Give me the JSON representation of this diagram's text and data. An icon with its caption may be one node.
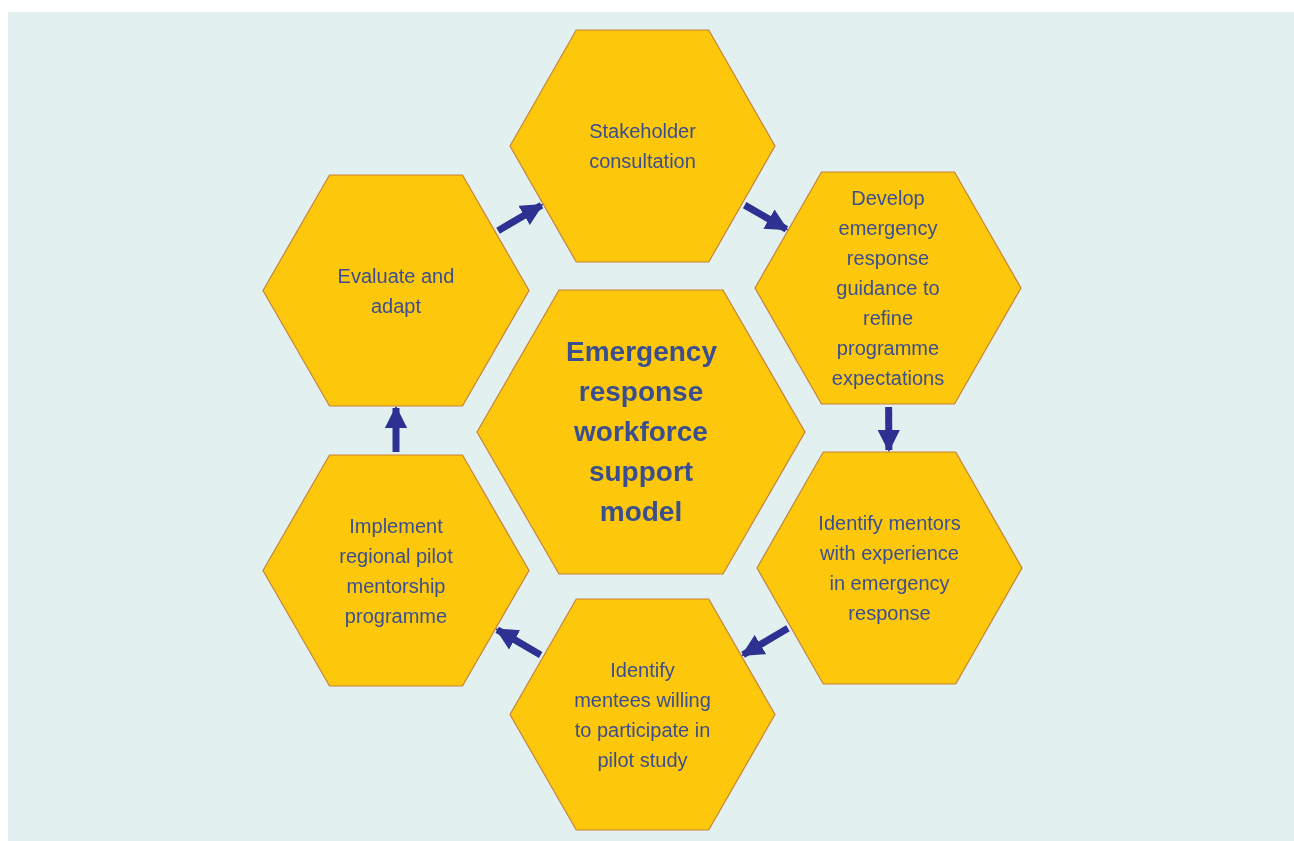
{
  "diagram": {
    "nodes": [
      {
        "text": [
          "Emergency response workforce support model"
        ]
      },
      {
        "text": [
          "Stakeholder consultation"
        ]
      },
      {
        "text": [
          "Develop emergency response guidance to refine programme expectations"
        ]
      },
      {
        "text": [
          "Identify mentors with experience in emergency response"
        ]
      },
      {
        "text": [
          "Identify mentees willing to participate in pilot study"
        ]
      },
      {
        "text": [
          "Implement regional pilot mentorship programme"
        ]
      },
      {
        "text": [
          "Evaluate and adapt"
        ]
      }
    ],
    "edges": [
      {
        "from": 1,
        "to": 2,
        "arrow": "to"
      },
      {
        "from": 2,
        "to": 3,
        "arrow": "to"
      },
      {
        "from": 3,
        "to": 4,
        "arrow": "to"
      },
      {
        "from": 4,
        "to": 5,
        "arrow": "to"
      },
      {
        "from": 5,
        "to": 6,
        "arrow": "to"
      },
      {
        "from": 6,
        "to": 1,
        "arrow": "to"
      }
    ]
  }
}
